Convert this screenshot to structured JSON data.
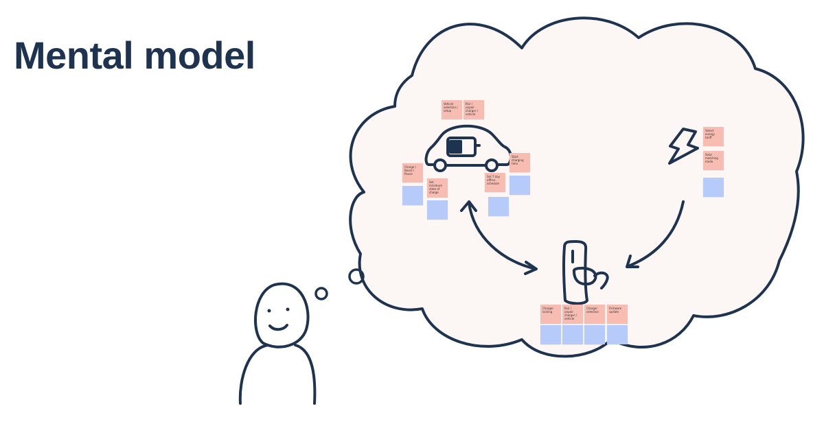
{
  "title": "Mental model",
  "colors": {
    "ink": "#1e3350",
    "cloud_fill": "#fcf6f4",
    "sticky_pink": "#f8bdb2",
    "sticky_blue": "#b7cbfa"
  },
  "icons": [
    "person-icon",
    "thought-cloud-icon",
    "car-icon",
    "lightning-bolt-icon",
    "ev-charger-icon"
  ],
  "vehicle_notes": {
    "vehicle_selection": "Vehicle selection / setup",
    "pair_unpair": "Pair / unpair charger / vehicle",
    "start_charging_time": "Start charging time",
    "charge_boost_pause": "Charge / Boost / Pause",
    "set_minimum_state": "Set minimum state of charge",
    "set_7_day_offline": "Set 7 day offline schedule"
  },
  "energy_notes": {
    "select_energy_tariff": "Select energy tariff",
    "solar_matching_mode": "Solar matching mode"
  },
  "charger_notes": {
    "charger_locking": "Charger locking",
    "pair_unpair": "Pair / unpair charger / vehicle",
    "charger_selection": "Charger selection",
    "firmware_update": "Firmware update"
  }
}
